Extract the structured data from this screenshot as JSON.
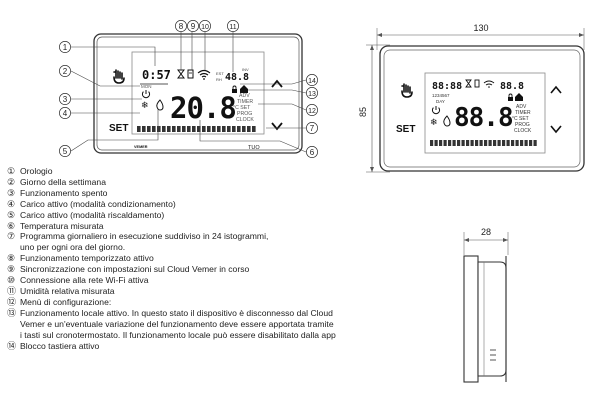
{
  "callouts": [
    "①",
    "②",
    "③",
    "④",
    "⑤",
    "⑥",
    "⑦",
    "⑧",
    "⑨",
    "⑩",
    "⑪",
    "⑫",
    "⑬",
    "⑭"
  ],
  "front_display": {
    "clock": "0:57",
    "day_label": "MON",
    "temperature": "20.8",
    "humidity": "48.8",
    "est": "EST",
    "inv": "INV",
    "rh": "RH",
    "menu_items": [
      "ADV",
      "TIMER",
      "°C SET",
      "PROG",
      "CLOCK"
    ],
    "set_label": "SET",
    "brand": "VEMER",
    "model": "TUO"
  },
  "side_display": {
    "clock": "88:88",
    "day_digits": "1234567",
    "day_label": "DAY",
    "humidity": "88.8",
    "temperature": "88.8",
    "menu_items": [
      "ADV",
      "TIMER",
      "°C SET",
      "PROG",
      "CLOCK"
    ],
    "set_label": "SET"
  },
  "dimensions": {
    "width": "130",
    "height": "85",
    "depth": "28"
  },
  "legend": [
    {
      "num": "①",
      "text": "Orologio"
    },
    {
      "num": "②",
      "text": "Giorno della settimana"
    },
    {
      "num": "③",
      "text": "Funzionamento spento"
    },
    {
      "num": "④",
      "text": "Carico attivo (modalità condizionamento)"
    },
    {
      "num": "⑤",
      "text": "Carico attivo (modalità riscaldamento)"
    },
    {
      "num": "⑥",
      "text": "Temperatura misurata"
    },
    {
      "num": "⑦",
      "text": "Programma giornaliero in esecuzione suddiviso in 24 istogrammi,"
    },
    {
      "num": "",
      "text": "uno per ogni ora del giorno."
    },
    {
      "num": "⑧",
      "text": "Funzionamento temporizzato attivo"
    },
    {
      "num": "⑨",
      "text": "Sincronizzazione con impostazioni sul Cloud Vemer in corso"
    },
    {
      "num": "⑩",
      "text": "Connessione alla rete Wi-Fi attiva"
    },
    {
      "num": "⑪",
      "text": "Umidità relativa misurata"
    },
    {
      "num": "⑫",
      "text": "Menù di configurazione:"
    },
    {
      "num": "⑬",
      "text": "Funzionamento locale attivo. In questo stato il dispositivo è disconnesso dal Cloud"
    },
    {
      "num": "",
      "text": "Vemer e un'eventuale variazione del funzionamento deve essere apportata tramite"
    },
    {
      "num": "",
      "text": "i tasti sul cronotermostato. Il funzionamento locale può essere disabilitato dalla app"
    },
    {
      "num": "⑭",
      "text": "Blocco tastiera attivo"
    }
  ],
  "colors": {
    "outline": "#333333",
    "display_outline": "#8a8a8a",
    "segment": "#111111",
    "callout_line": "#444444"
  },
  "icons": [
    "hand-icon",
    "power-icon",
    "snowflake-icon",
    "flame-icon",
    "hourglass-icon",
    "sync-icon",
    "wifi-icon",
    "lock-icon",
    "home-icon",
    "arrow-up-icon",
    "arrow-down-icon"
  ]
}
